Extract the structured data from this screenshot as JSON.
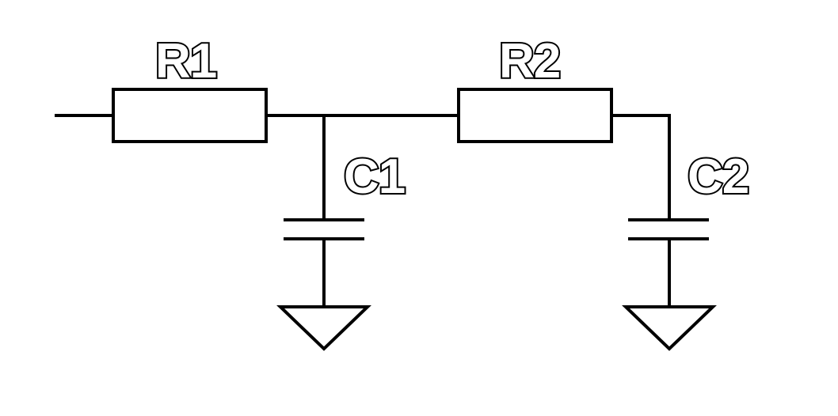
{
  "diagram": {
    "type": "circuit-schematic",
    "line_color": "#000000",
    "background_color": "#ffffff",
    "components": [
      {
        "id": "r1",
        "kind": "resistor",
        "label": "R1"
      },
      {
        "id": "c1",
        "kind": "capacitor",
        "label": "C1"
      },
      {
        "id": "r2",
        "kind": "resistor",
        "label": "R2"
      },
      {
        "id": "c2",
        "kind": "capacitor",
        "label": "C2"
      },
      {
        "id": "gnd1",
        "kind": "ground",
        "label": ""
      },
      {
        "id": "gnd2",
        "kind": "ground",
        "label": ""
      }
    ],
    "connections": [
      [
        "input",
        "r1"
      ],
      [
        "r1",
        "node1"
      ],
      [
        "node1",
        "c1"
      ],
      [
        "node1",
        "r2"
      ],
      [
        "c1",
        "gnd1"
      ],
      [
        "r2",
        "c2"
      ],
      [
        "c2",
        "gnd2"
      ]
    ]
  }
}
